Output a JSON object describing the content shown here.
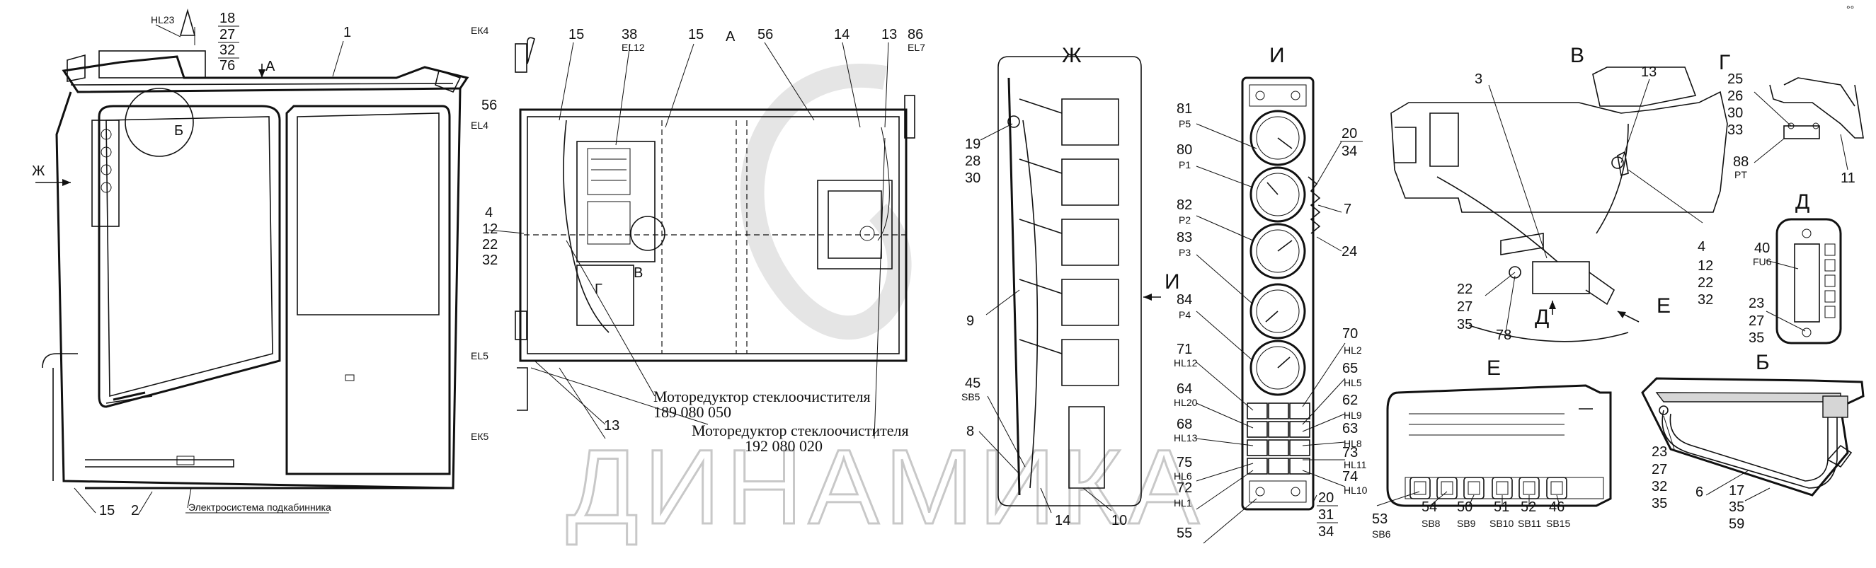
{
  "corner_mark": "°°",
  "watermark": "ДИНАМИКА",
  "views": {
    "view_zh": "Ж",
    "view_i": "И",
    "view_v": "В",
    "view_g": "Г",
    "view_d": "Д",
    "view_e": "Е",
    "view_b": "Б",
    "arrow_a": "А",
    "arrow_zh": "Ж",
    "arrow_i": "И",
    "arrow_b_label": "Б",
    "section_a": "А",
    "section_g": "Г",
    "section_v": "В",
    "arrow_d_label": "Д",
    "arrow_e_label": "Е"
  },
  "notes": {
    "motor1_title": "Моторедуктор стеклоочистителя",
    "motor1_number": "189 080 050",
    "motor2_title": "Моторедуктор стеклоочистителя",
    "motor2_number": "192 080 020",
    "subcab_wiring": "Электросистема подкабинника"
  },
  "callouts": {
    "hl23": "HL23",
    "n18": "18",
    "stack_27_32_76": [
      "27",
      "32",
      "76"
    ],
    "n1": "1",
    "n2": "2",
    "n15a": "15",
    "n15b": "15",
    "n15c": "15",
    "n38": "38",
    "el12": "EL12",
    "n56a": "56",
    "n56b": "56",
    "n14a": "14",
    "n13a": "13",
    "n86": "86",
    "el7": "EL7",
    "ek4": "ЕК4",
    "ek5": "ЕК5",
    "el4": "EL4",
    "el5": "EL5",
    "n4": "4",
    "stack_12_22_32": [
      "12",
      "22",
      "32"
    ],
    "n13b": "13",
    "n19": "19",
    "stack_28_30": [
      "28",
      "30"
    ],
    "n9": "9",
    "n45": "45",
    "sb5": "SB5",
    "n8": "8",
    "n14b": "14",
    "n10": "10",
    "n81": "81",
    "p5": "P5",
    "n80": "80",
    "p1": "P1",
    "n82": "82",
    "p2": "P2",
    "n83": "83",
    "p3": "P3",
    "n84": "84",
    "p4": "P4",
    "n71": "71",
    "hl12": "HL12",
    "n64": "64",
    "hl20": "HL20",
    "n68": "68",
    "hl13": "HL13",
    "n75": "75",
    "hl6": "HL6",
    "n72": "72",
    "hl1": "HL1",
    "n55": "55",
    "n70": "70",
    "hl2": "HL2",
    "n65": "65",
    "hl5": "HL5",
    "n62": "62",
    "hl9": "HL9",
    "n63": "63",
    "hl8": "HL8",
    "n73": "73",
    "hl11": "HL11",
    "n74": "74",
    "hl10": "HL10",
    "n20a": "20",
    "stack_31_34": [
      "31",
      "34"
    ],
    "n20b": "20",
    "n34": "34",
    "n7": "7",
    "n24": "24",
    "n3": "3",
    "n13c": "13",
    "n4b": "4",
    "stack_12_22_32b": [
      "12",
      "22",
      "32"
    ],
    "n22": "22",
    "stack_27_35": [
      "27",
      "35"
    ],
    "n78": "78",
    "n25": "25",
    "stack_26_30_33": [
      "26",
      "30",
      "33"
    ],
    "n88": "88",
    "pt": "PT",
    "n11": "11",
    "n40": "40",
    "fu6": "FU6",
    "n23": "23",
    "stack_27_35b": [
      "27",
      "35"
    ],
    "n53": "53",
    "sb6": "SB6",
    "n54": "54",
    "sb8": "SB8",
    "n50": "50",
    "sb9": "SB9",
    "n51": "51",
    "sb10": "SB10",
    "n52": "52",
    "sb11": "SB11",
    "n46": "46",
    "sb15": "SB15",
    "n23b": "23",
    "stack_27_32_35": [
      "27",
      "32",
      "35"
    ],
    "n6": "6",
    "n17": "17",
    "stack_35_59": [
      "35",
      "59"
    ]
  }
}
